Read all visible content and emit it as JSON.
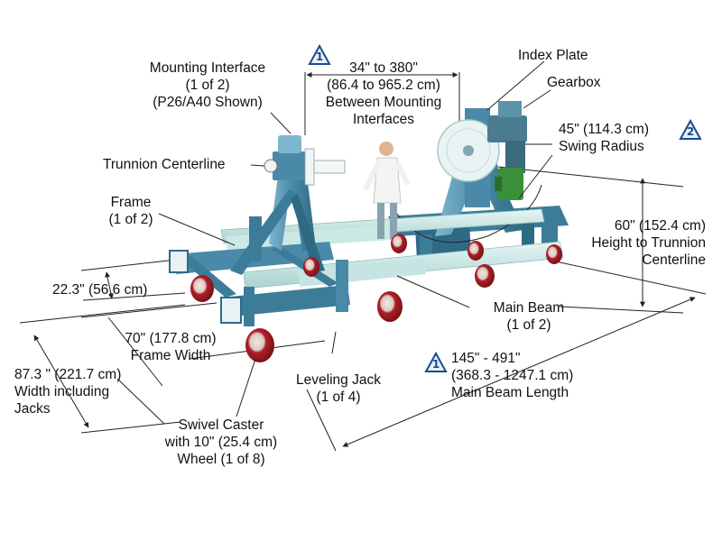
{
  "colors": {
    "frame_dark": "#2f6a84",
    "frame_mid": "#4a8aa8",
    "frame_light": "#7fb6cf",
    "beam_light": "#c7e6e3",
    "wheel_red": "#a01a22",
    "motor_green": "#3a8f3a",
    "badge_blue": "#1a4c8c",
    "leader_line": "#222222"
  },
  "badges": {
    "badge_1_top": "1",
    "badge_2": "2",
    "badge_1_bottom": "1"
  },
  "labels": {
    "mounting_interface": [
      "Mounting Interface",
      "(1 of 2)",
      "(P26/A40 Shown)"
    ],
    "between_mounting": [
      "34\" to 380\"",
      "(86.4 to 965.2 cm)",
      "Between Mounting",
      "Interfaces"
    ],
    "index_plate": "Index Plate",
    "gearbox": "Gearbox",
    "swing_radius": [
      "45\" (114.3 cm)",
      "Swing Radius"
    ],
    "trunnion_centerline": "Trunnion Centerline",
    "frame": [
      "Frame",
      "(1 of 2)"
    ],
    "height_to_trunnion": [
      "60\" (152.4 cm)",
      "Height to Trunnion",
      "Centerline"
    ],
    "dim_22_3": "22.3\" (56.6 cm)",
    "frame_width": [
      "70\" (177.8 cm)",
      "Frame Width"
    ],
    "width_including_jacks": [
      "87.3 \" (221.7 cm)",
      "Width including",
      "Jacks"
    ],
    "main_beam": [
      "Main Beam",
      "(1 of 2)"
    ],
    "main_beam_length": [
      "145\" - 491\"",
      "(368.3 - 1247.1 cm)",
      "Main Beam Length"
    ],
    "leveling_jack": [
      "Leveling Jack",
      "(1 of 4)"
    ],
    "swivel_caster": [
      "Swivel Caster",
      "with 10\" (25.4 cm)",
      "Wheel (1 of 8)"
    ]
  }
}
